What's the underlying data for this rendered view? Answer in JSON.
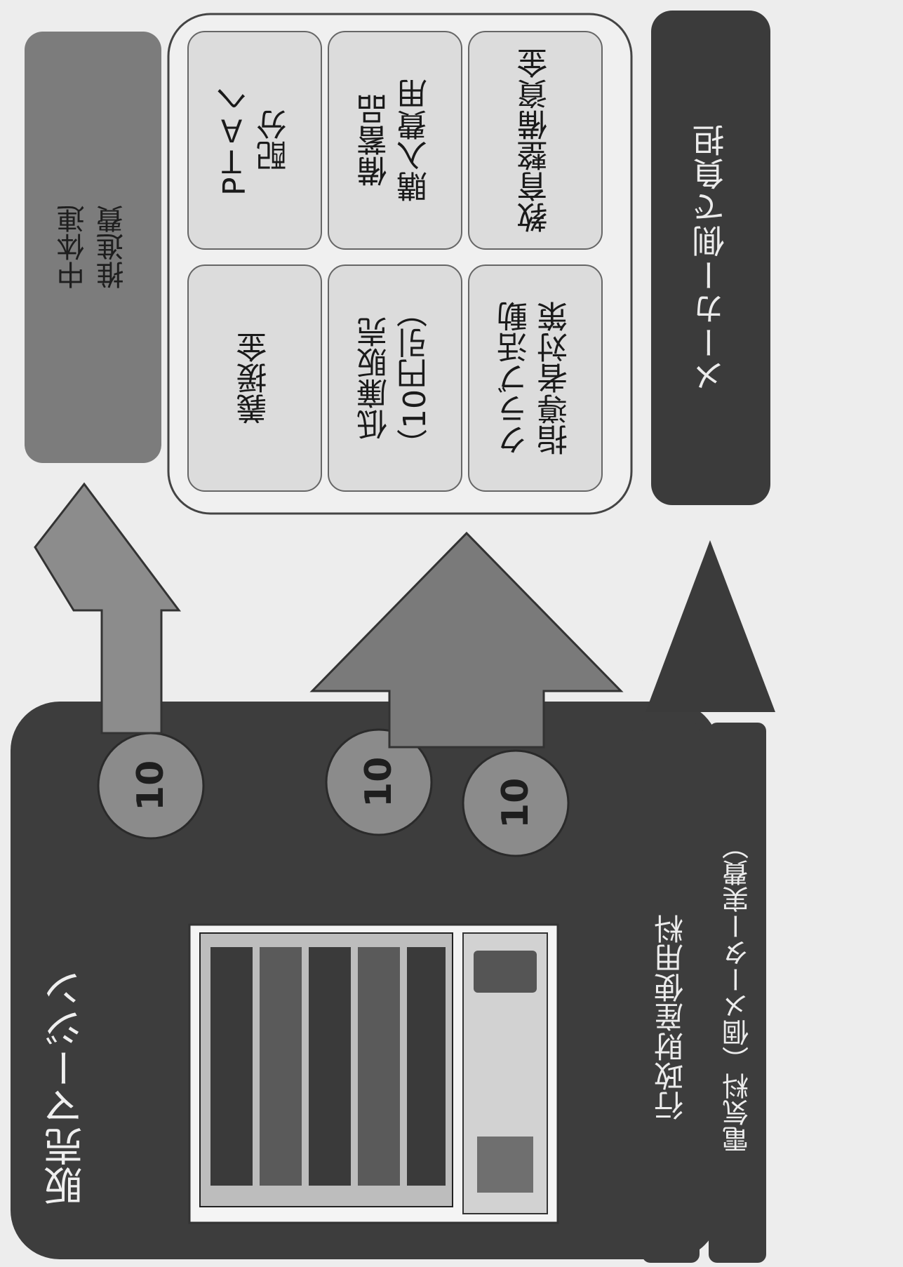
{
  "margin": {
    "title": "販売マージン",
    "coins": [
      "10",
      "10",
      "10"
    ]
  },
  "uses": {
    "top_left": "PＴＡへ\n配分",
    "top_mid": "備蓄品\n購入費用",
    "top_right": "教育整備資金",
    "bottom_left": "義援金",
    "bottom_mid": "低廉販売\n（10円引）",
    "bottom_right": "クラブ活動\n指導者対策"
  },
  "chutairen": "中体連\n推進費",
  "maker": "メーカー側で負担",
  "costs": {
    "admin_fee": "行政財産使用料",
    "electricity": "電気料（個メーター実費）"
  },
  "colors": {
    "dark": "#3c3c3c",
    "mid": "#8a8a8a",
    "light": "#dcdcdc"
  }
}
